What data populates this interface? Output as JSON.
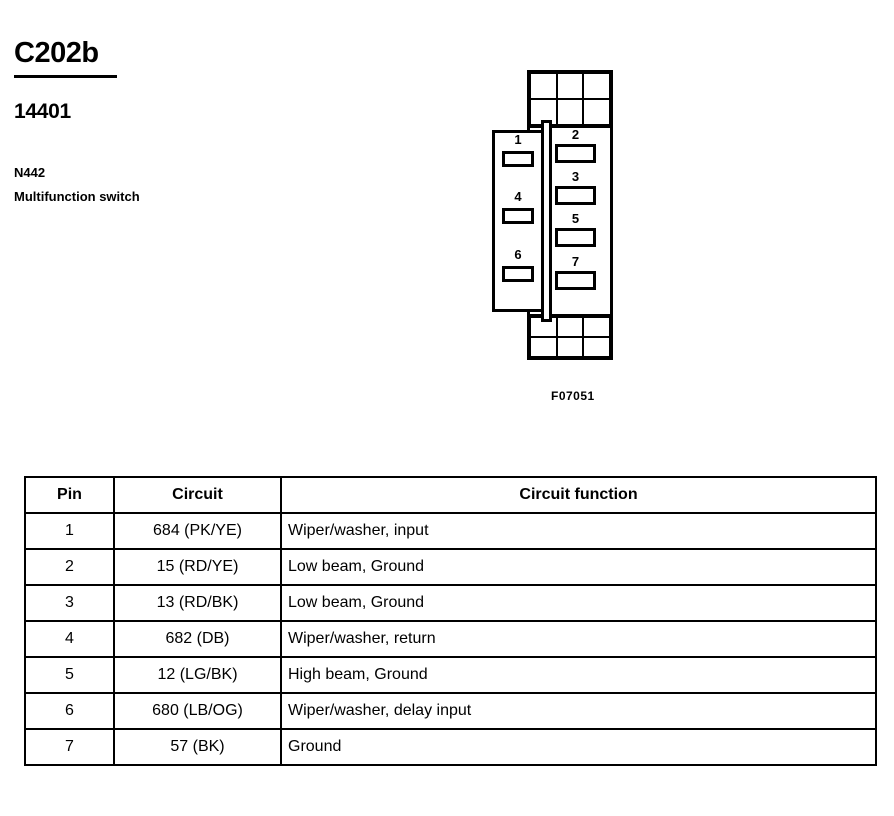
{
  "header": {
    "connector_id": "C202b",
    "part_number": "14401",
    "component_code": "N442",
    "component_name": "Multifunction switch"
  },
  "figure": {
    "caption": "F07051",
    "left_pins": [
      "1",
      "4",
      "6"
    ],
    "right_pins": [
      "2",
      "3",
      "5",
      "7"
    ]
  },
  "table": {
    "headers": {
      "pin": "Pin",
      "circuit": "Circuit",
      "function": "Circuit function"
    },
    "rows": [
      {
        "pin": "1",
        "circuit": "684 (PK/YE)",
        "function": "Wiper/washer, input"
      },
      {
        "pin": "2",
        "circuit": "15 (RD/YE)",
        "function": "Low beam, Ground"
      },
      {
        "pin": "3",
        "circuit": "13 (RD/BK)",
        "function": "Low beam, Ground"
      },
      {
        "pin": "4",
        "circuit": "682 (DB)",
        "function": "Wiper/washer, return"
      },
      {
        "pin": "5",
        "circuit": "12 (LG/BK)",
        "function": "High beam, Ground"
      },
      {
        "pin": "6",
        "circuit": "680 (LB/OG)",
        "function": "Wiper/washer, delay input"
      },
      {
        "pin": "7",
        "circuit": "57 (BK)",
        "function": "Ground"
      }
    ]
  },
  "colors": {
    "ink": "#000000",
    "paper": "#ffffff"
  }
}
